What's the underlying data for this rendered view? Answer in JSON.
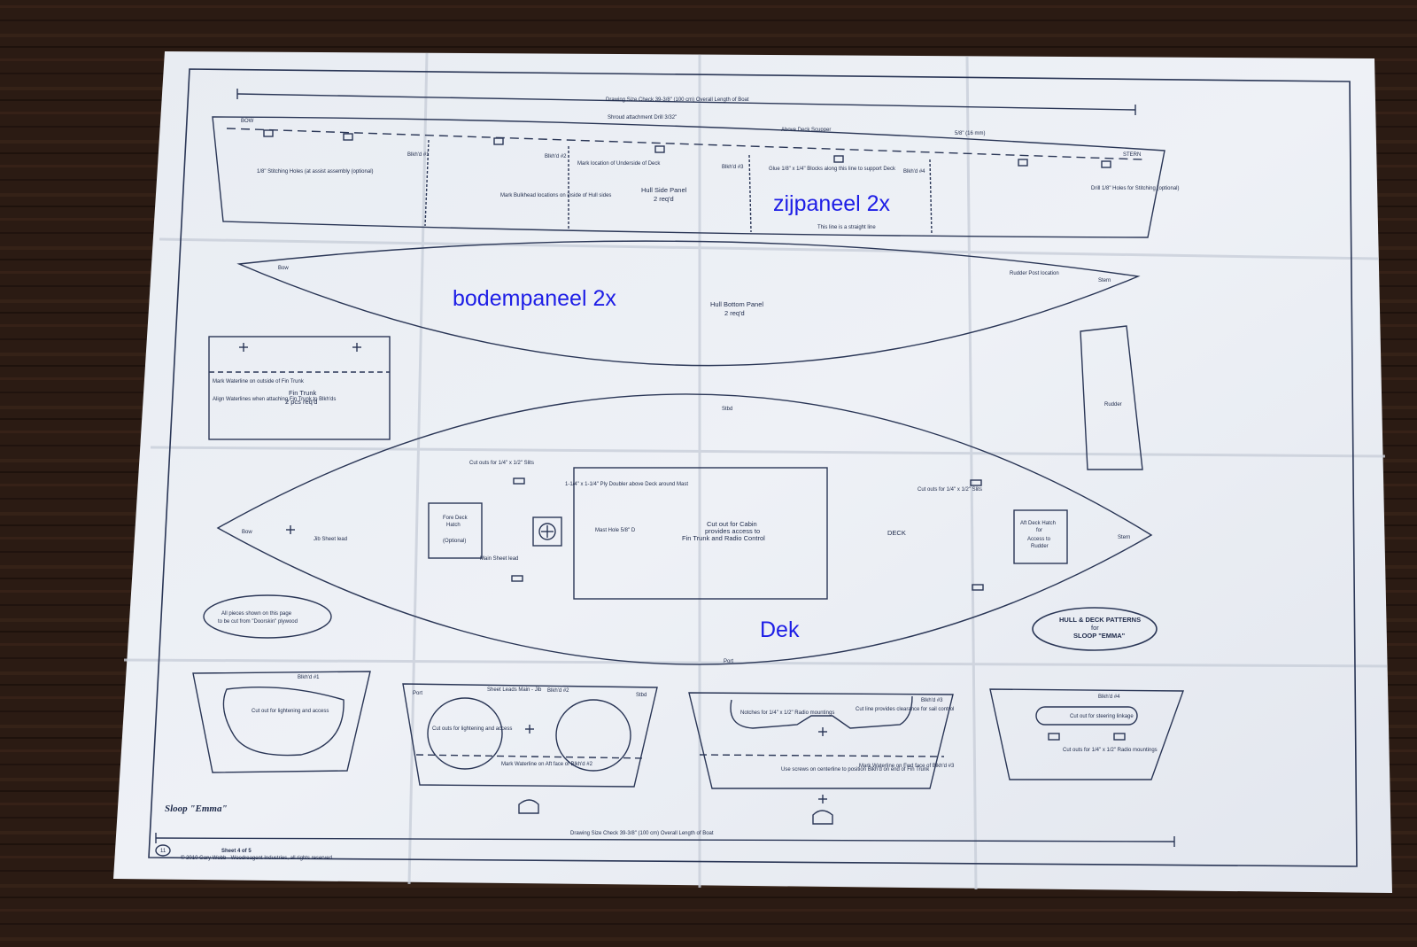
{
  "annotations": {
    "side_panel": "zijpaneel 2x",
    "bottom_panel": "bodempaneel 2x",
    "deck": "Dek"
  },
  "side_panel": {
    "bow": "BOW",
    "stern": "STERN",
    "drawing_size_check": "Drawing Size Check   39-3/8\"   (100 cm)   Overall Length of Boat",
    "stitching_holes": "1/8\" Stitching Holes (at assist assembly (optional)",
    "shroud_attachment": "Shroud attachment Drill 3/32\"",
    "above_deck_scupper": "Above Deck Scupper",
    "dim_right": "5/8\"  (16 mm)",
    "bulkhead_1": "Blkh'd #1",
    "bulkhead_2": "Blkh'd #2",
    "bulkhead_3": "Blkh'd #3",
    "bulkhead_4": "Blkh'd #4",
    "mark_underside": "Mark location of Underside of Deck",
    "mark_bulkhead": "Mark Bulkhead locations on inside of Hull sides",
    "name": "Hull Side Panel",
    "qty": "2 req'd",
    "glue_blocks": "Glue 1/8\" x 1/4\" Blocks along this line to support Deck",
    "drill_holes": "Drill 1/8\" Holes for Stitching (optional)",
    "straight_line": "This line is a straight line"
  },
  "bottom_panel": {
    "bow": "Bow",
    "stern": "Stern",
    "name": "Hull Bottom Panel",
    "qty": "2 req'd",
    "rudder_post": "Rudder Post location"
  },
  "fin_trunk": {
    "waterline_note": "Mark Waterline on outside of Fin Trunk",
    "align_note": "Align Waterlines when attaching Fin Trunk to Blkh'ds",
    "name": "Fin Trunk",
    "qty": "2 pcs req'd"
  },
  "rudder": {
    "name": "Rudder"
  },
  "deck": {
    "stbd": "Stbd",
    "port": "Port",
    "bow": "Bow",
    "stern": "Stern",
    "name": "DECK",
    "cutouts_left": "Cut outs for 1/4\" x 1/2\" Slits",
    "cutouts_right": "Cut outs for 1/4\" x 1/2\" Slits",
    "doubler": "1-1/4\" x 1-1/4\" Ply Doubler above Deck around Mast",
    "fore_hatch_line1": "Fore Deck",
    "fore_hatch_line2": "Hatch",
    "fore_hatch_line3": "(Optional)",
    "mast_hole": "Mast Hole 5/8\" D",
    "jib_sheet": "Jib Sheet lead",
    "main_sheet": "Main Sheet lead",
    "cabin_line1": "Cut out for Cabin",
    "cabin_line2": "provides access to",
    "cabin_line3": "Fin Trunk and Radio Control",
    "aft_hatch_line1": "Aft Deck Hatch",
    "aft_hatch_line2": "for",
    "aft_hatch_line3": "Access to",
    "aft_hatch_line4": "Rudder"
  },
  "note_oval": {
    "line1": "All pieces shown on this page",
    "line2": "to be cut from \"Doorskin\" plywood"
  },
  "title_oval": {
    "line1": "HULL & DECK PATTERNS",
    "line2": "for",
    "line3": "SLOOP \"EMMA\""
  },
  "bulkheads": {
    "b1_label": "Blkh'd #1",
    "b1_cutout": "Cut out for lightening and access",
    "b2_label": "Blkh'd #2",
    "b2_port": "Port",
    "b2_stbd": "Stbd",
    "b2_sheet_leads": "Sheet Leads Main - Jib",
    "b2_cutouts": "Cut outs for lightening and access",
    "b2_waterline": "Mark Waterline on Aft face of Blkh'd #2",
    "b3_label": "Blkh'd #3",
    "b3_notches": "Notches for 1/4\" x 1/2\" Radio mountings",
    "b3_cutline": "Cut line provides clearance for sail control",
    "b3_screws": "Use screws on centerline to position Blkh'd on end of Fin Trunk",
    "b3_waterline": "Mark Waterline on Fwd face of Blkh'd #3",
    "b4_label": "Blkh'd #4",
    "b4_steering": "Cut out for steering linkage",
    "b4_radio": "Cut outs for 1/4\" x 1/2\" Radio mountings"
  },
  "footer": {
    "signature": "Sloop \"Emma\"",
    "drawing_size_check": "Drawing Size Check   39-3/8\"   (100 cm)   Overall Length of Boat",
    "page_number": "11",
    "sheet": "Sheet 4 of 5",
    "copyright": "© 2010 Gary Webb - Woodreagent Industries, all rights reserved."
  }
}
